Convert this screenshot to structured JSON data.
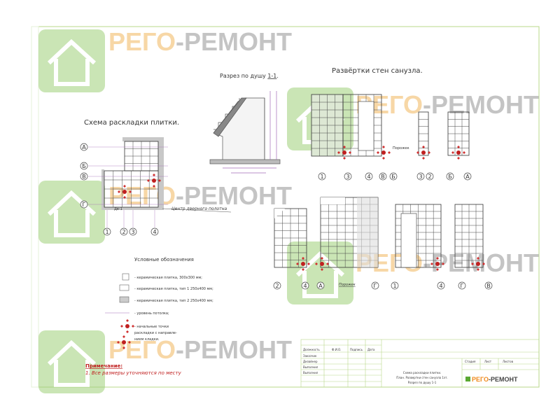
{
  "watermark": {
    "part1": "РЕГО",
    "part2": "-РЕМОНТ"
  },
  "plan": {
    "title": "Схема раскладки плитки.",
    "axes_letters": [
      "А",
      "Б",
      "В",
      "Г"
    ],
    "axes_numbers": [
      "1",
      "2",
      "3",
      "4"
    ],
    "door_label": "Дв-1",
    "door_center_label": "Центр дверного полотна"
  },
  "section": {
    "title_prefix": "Разрез  по душу ",
    "title_ref": "1-1",
    "title_suffix": "."
  },
  "elevations": {
    "title": "Развёртки стен санузла.",
    "top_axes": [
      "1",
      "3",
      "4",
      "В",
      "Б",
      "3",
      "2",
      "Б",
      "А"
    ],
    "bottom_axes": [
      "2",
      "4",
      "А",
      "Г",
      "1",
      "4",
      "Г",
      "В"
    ],
    "threshold_label": "Порожек"
  },
  "legend": {
    "title": "Условные обозначения",
    "items": [
      "- керамическая плитка,  300х300 мм;",
      "- керамическая плитка, тип 1 250х400 мм;",
      "- керамическая плитка, тип 2 250х400 мм;",
      "- уровень потолка;",
      "- начальные точки",
      "раскладки с направле-",
      "нием кладки."
    ]
  },
  "note": {
    "title": "Примечание:",
    "text": "1. Все размеры уточняются по месту"
  },
  "title_block": {
    "headers": [
      "Должность",
      "Ф.И.О.",
      "Подпись",
      "Дата"
    ],
    "roles": [
      "Заказчик",
      "Дизайнер",
      "Выполнил",
      "Выполнил"
    ],
    "stage_headers": [
      "Стадия",
      "Лист",
      "Листов"
    ],
    "description": [
      "Схема раскладки плитки.",
      "План.  Развертки стен санузла 1эт.",
      "Разрез  по душу 1-1"
    ],
    "logo": {
      "part1": "РЕГО",
      "part2": "-РЕМОНТ"
    }
  },
  "colors": {
    "frame": "#b8d88a",
    "accent": "#cc2020",
    "tile": "#444444"
  }
}
